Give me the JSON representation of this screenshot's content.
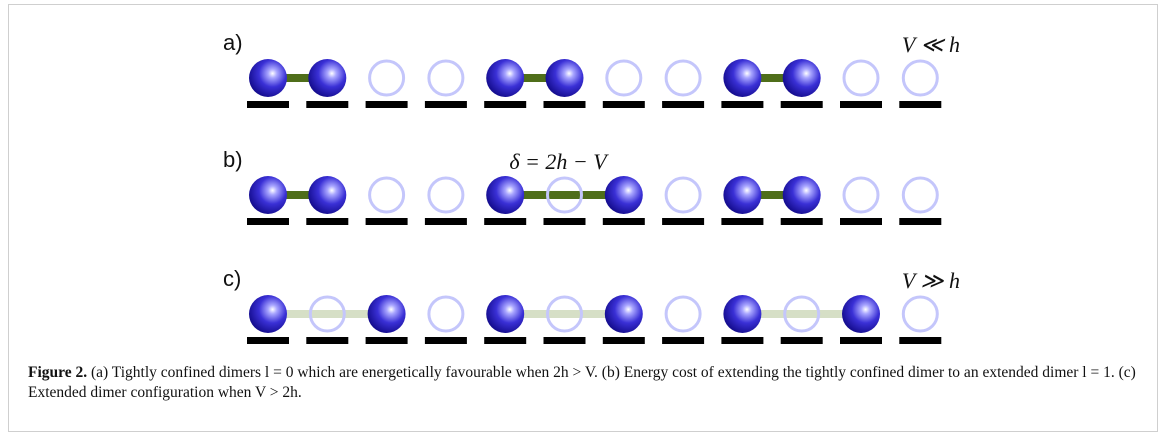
{
  "figure": {
    "panels": [
      {
        "label": "a)",
        "annotation": "V ≪ h",
        "annotation_pos": "right",
        "occupied": [
          0,
          1,
          4,
          5,
          8,
          9
        ],
        "bonds": [
          [
            0,
            1,
            "tight"
          ],
          [
            4,
            5,
            "tight"
          ],
          [
            8,
            9,
            "tight"
          ]
        ]
      },
      {
        "label": "b)",
        "annotation": "δ = 2h − V",
        "annotation_pos": "center",
        "occupied": [
          0,
          1,
          4,
          6,
          8,
          9
        ],
        "bonds": [
          [
            0,
            1,
            "tight"
          ],
          [
            4,
            6,
            "tight"
          ],
          [
            8,
            9,
            "tight"
          ]
        ]
      },
      {
        "label": "c)",
        "annotation": "V ≫ h",
        "annotation_pos": "right",
        "occupied": [
          0,
          2,
          4,
          6,
          8,
          10
        ],
        "bonds": [
          [
            0,
            2,
            "faint"
          ],
          [
            4,
            6,
            "faint"
          ],
          [
            8,
            10,
            "faint"
          ]
        ]
      }
    ],
    "sites_per_row": 12,
    "colors": {
      "atom_dark": "#1a12a8",
      "atom_light": "#8f8bff",
      "empty_ring": "#c4c6fb",
      "bond_tight": "#4f6e1a",
      "bond_faint": "#d6dfc6",
      "site_bar": "#000000"
    }
  },
  "caption": {
    "prefix": "Figure 2.",
    "text": " (a) Tightly confined dimers l = 0 which are energetically favourable when 2h > V. (b) Energy cost of extending the tightly confined dimer to an extended dimer l = 1. (c) Extended dimer configuration when V > 2h."
  }
}
